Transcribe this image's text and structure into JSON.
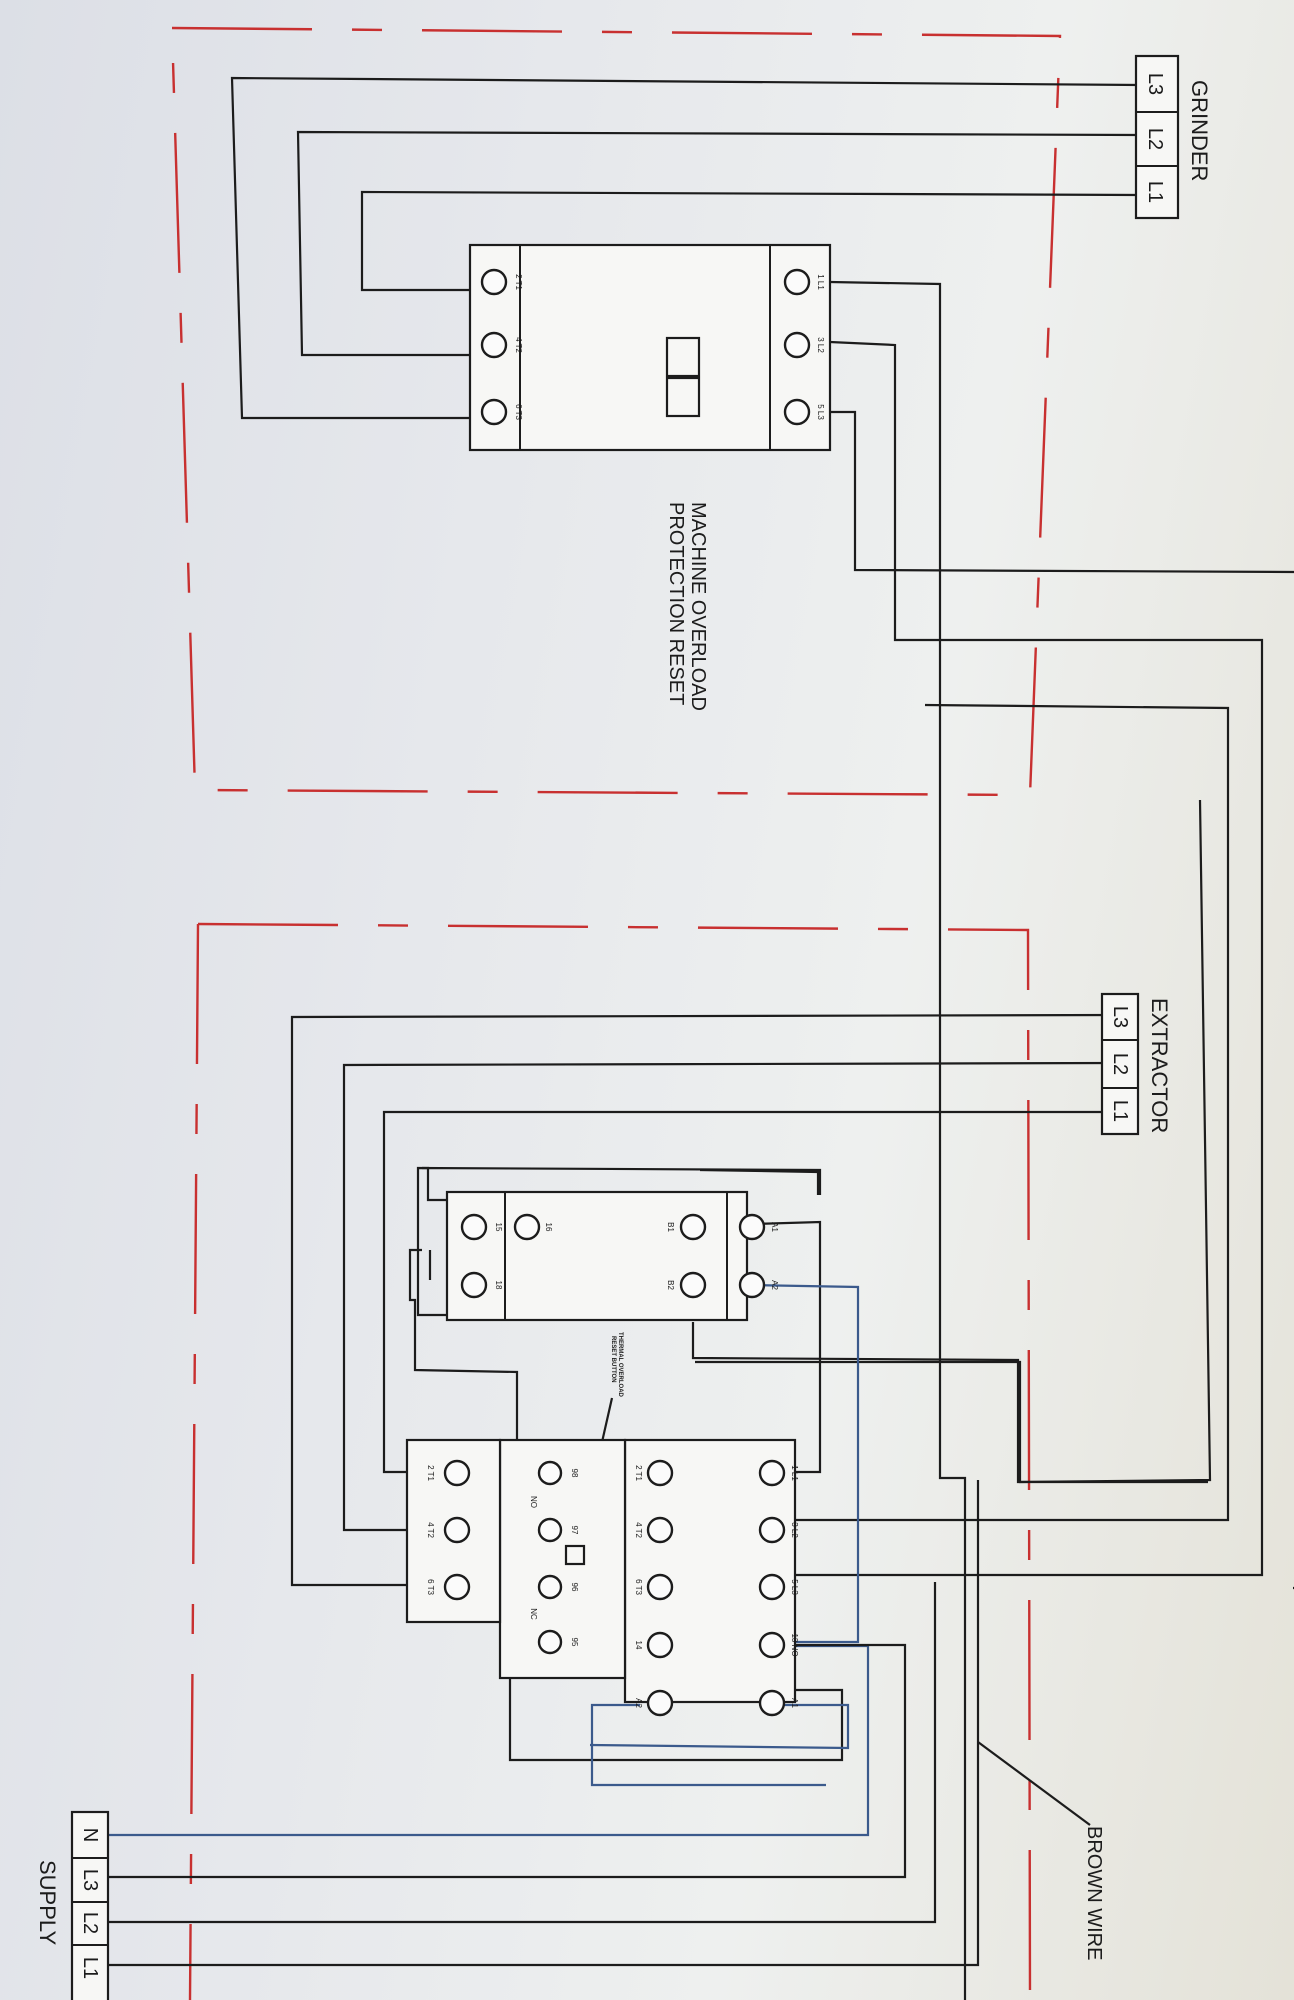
{
  "labels": {
    "grinder": "GRINDER",
    "extractor": "EXTRACTOR",
    "supply": "SUPPLY",
    "brown_wire": "BROWN  WIRE",
    "overload_reset_line1": "MACHINE  OVERLOAD",
    "overload_reset_line2": "PROTECTION  RESET",
    "thermal_line1": "THERMAL OVERLOAD",
    "thermal_line2": "RESET BUTTON"
  },
  "grinder_terminals": [
    "L3",
    "L2",
    "L1"
  ],
  "extractor_terminals": [
    "L3",
    "L2",
    "L1"
  ],
  "supply_terminals": [
    "N",
    "L3",
    "L2",
    "L1"
  ],
  "mpcb_terminals": {
    "line": [
      "1 L1",
      "3 L2",
      "5 L3"
    ],
    "load": [
      "2 T1",
      "4 T2",
      "6 T3"
    ]
  },
  "timer_terminals": {
    "top": [
      "A1",
      "A2"
    ],
    "mid": [
      "B1",
      "B2"
    ],
    "bottom": [
      "15",
      "16",
      "18"
    ]
  },
  "contactor_terminals": {
    "line": [
      "1 L1",
      "3 L2",
      "5 L3",
      "13 NO",
      "A1"
    ],
    "load": [
      "2 T1",
      "4 T2",
      "6 T3",
      "14",
      "A2"
    ]
  },
  "overload_terminals": {
    "contacts": [
      "98",
      "97",
      "96",
      "95"
    ],
    "no": "NO",
    "nc": "NC",
    "load": [
      "2 T1",
      "4 T2",
      "6 T3"
    ]
  },
  "colors": {
    "enclosure_dash": "#c83030",
    "wire": "#1c1c1c",
    "blue_wire": "#3b5a8c"
  }
}
